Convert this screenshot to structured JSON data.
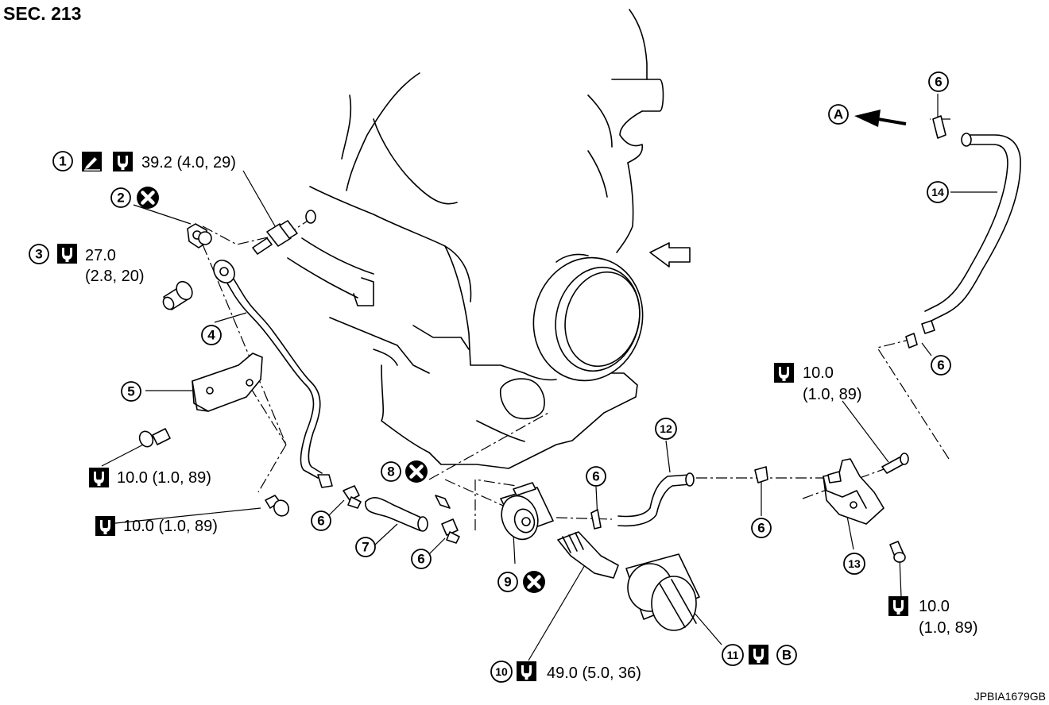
{
  "section": "SEC. 213",
  "image_code": "JPBIA1679GB",
  "symbols": {
    "torque": "torque-wrench-symbol",
    "no_reuse": "do-not-reuse-symbol",
    "sealant": "apply-sealant-symbol"
  },
  "callouts": [
    {
      "num": "1",
      "torque": "39.2 (4.0, 29)"
    },
    {
      "num": "2"
    },
    {
      "num": "3",
      "torque_line1": "27.0",
      "torque_line2": "(2.8, 20)"
    },
    {
      "num": "4"
    },
    {
      "num": "5"
    },
    {
      "num": "6"
    },
    {
      "num": "7"
    },
    {
      "num": "8"
    },
    {
      "num": "9"
    },
    {
      "num": "10",
      "torque": "49.0 (5.0, 36)"
    },
    {
      "num": "11",
      "ref": "B"
    },
    {
      "num": "12"
    },
    {
      "num": "13"
    },
    {
      "num": "14"
    }
  ],
  "torque_specs": {
    "bracket_bolt": "10.0 (1.0, 89)",
    "lower_bolt": "10.0 (1.0, 89)",
    "right_top_line1": "10.0",
    "right_top_line2": "(1.0, 89)",
    "right_bottom_line1": "10.0",
    "right_bottom_line2": "(1.0, 89)"
  },
  "refs": {
    "a": "A",
    "b": "B"
  }
}
